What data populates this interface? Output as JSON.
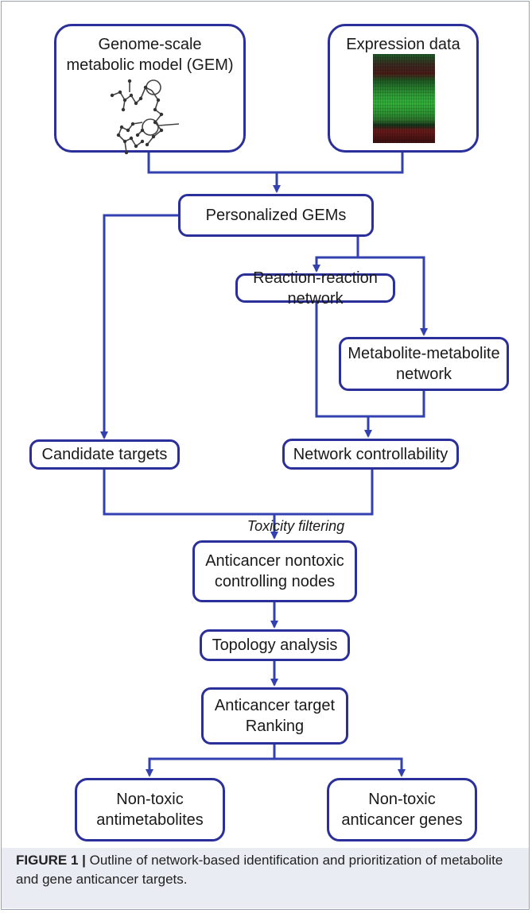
{
  "boxes": {
    "gem": "Genome-scale\nmetabolic model (GEM)",
    "expression": "Expression data",
    "personalized": "Personalized GEMs",
    "reaction": "Reaction-reaction\nnetwork",
    "metabolite_net": "Metabolite-metabolite\nnetwork",
    "candidate": "Candidate targets",
    "controllability": "Network controllability",
    "anticancer_nodes": "Anticancer nontoxic\ncontrolling nodes",
    "topology": "Topology analysis",
    "ranking": "Anticancer target\nRanking",
    "antimetabolites": "Non-toxic\nantimetabolites",
    "genes": "Non-toxic\nanticancer genes"
  },
  "edge_label": "Toxicity filtering",
  "caption": {
    "label": "FIGURE 1 |",
    "text": "Outline of network-based identification and prioritization of metabolite and gene anticancer targets."
  },
  "colors": {
    "box_border": "#2b2f9a",
    "arrow": "#3340b0",
    "caption_background": "#e9ecf3"
  }
}
